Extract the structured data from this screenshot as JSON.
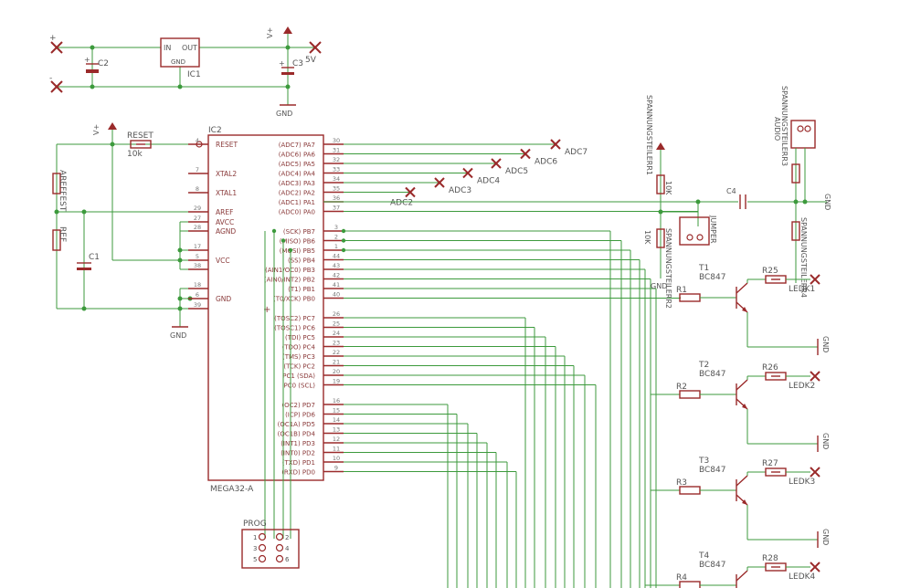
{
  "power": {
    "plus_label": "+",
    "minus_label": "-",
    "vplus": "V+",
    "five_v": "5V",
    "gnd": "GND"
  },
  "regulator": {
    "name": "IC1",
    "in": "IN",
    "out": "OUT",
    "gnd": "GND"
  },
  "caps": {
    "c1": "C1",
    "c2": "C2",
    "c3": "C3",
    "c4": "C4"
  },
  "reset": {
    "label": "RESET",
    "resistor_value": "10k"
  },
  "ref_labels": {
    "areffest": "AREFFEST",
    "ref": "REF"
  },
  "mcu": {
    "name": "IC2",
    "part": "MEGA32-A",
    "left_pins": [
      {
        "num": "4",
        "name": "RESET"
      },
      {
        "num": "7",
        "name": "XTAL2"
      },
      {
        "num": "8",
        "name": "XTAL1"
      },
      {
        "num": "29",
        "name": "AREF"
      },
      {
        "num": "27",
        "name": "AVCC"
      },
      {
        "num": "28",
        "name": "AGND"
      },
      {
        "num": "17",
        "name": ""
      },
      {
        "num": "5",
        "name": "VCC"
      },
      {
        "num": "38",
        "name": ""
      },
      {
        "num": "18",
        "name": ""
      },
      {
        "num": "6",
        "name": "GND"
      },
      {
        "num": "39",
        "name": ""
      }
    ],
    "right_pins": [
      {
        "num": "30",
        "name": "(ADC7) PA7"
      },
      {
        "num": "31",
        "name": "(ADC6) PA6"
      },
      {
        "num": "32",
        "name": "(ADC5) PA5"
      },
      {
        "num": "33",
        "name": "(ADC4) PA4"
      },
      {
        "num": "34",
        "name": "(ADC3) PA3"
      },
      {
        "num": "35",
        "name": "(ADC2) PA2"
      },
      {
        "num": "36",
        "name": "(ADC1) PA1"
      },
      {
        "num": "37",
        "name": "(ADC0) PA0"
      },
      {
        "num": "3",
        "name": "(SCK) PB7"
      },
      {
        "num": "2",
        "name": "(MISO) PB6"
      },
      {
        "num": "1",
        "name": "(MOSI) PB5"
      },
      {
        "num": "44",
        "name": "(SS) PB4"
      },
      {
        "num": "43",
        "name": "(AIN1/OC0) PB3"
      },
      {
        "num": "42",
        "name": "(AIN0/INT2) PB2"
      },
      {
        "num": "41",
        "name": "(T1) PB1"
      },
      {
        "num": "40",
        "name": "(T0/XCK) PB0"
      },
      {
        "num": "26",
        "name": "(TOSC2) PC7"
      },
      {
        "num": "25",
        "name": "(TOSC1) PC6"
      },
      {
        "num": "24",
        "name": "(TDI) PC5"
      },
      {
        "num": "23",
        "name": "(TDO) PC4"
      },
      {
        "num": "22",
        "name": "(TMS) PC3"
      },
      {
        "num": "21",
        "name": "(TCK) PC2"
      },
      {
        "num": "20",
        "name": "PC1 (SDA)"
      },
      {
        "num": "19",
        "name": "PC0 (SCL)"
      },
      {
        "num": "16",
        "name": "(OC2) PD7"
      },
      {
        "num": "15",
        "name": "(ICP) PD6"
      },
      {
        "num": "14",
        "name": "(OC1A) PD5"
      },
      {
        "num": "13",
        "name": "(OC1B) PD4"
      },
      {
        "num": "12",
        "name": "(INT1) PD3"
      },
      {
        "num": "11",
        "name": "(INT0) PD2"
      },
      {
        "num": "10",
        "name": "(TXD) PD1"
      },
      {
        "num": "9",
        "name": "(RXD) PD0"
      }
    ]
  },
  "adc_labels": [
    "ADC7",
    "ADC6",
    "ADC5",
    "ADC4",
    "ADC3",
    "ADC2"
  ],
  "prog": {
    "label": "PROG",
    "pins": [
      "1",
      "2",
      "3",
      "4",
      "5",
      "6"
    ]
  },
  "divider": {
    "sp1": "SPANNUNGSTEILERR1",
    "sp2": "SPANNUNGSTEILERR2",
    "r1_val": "10K",
    "r2_val": "10K",
    "jumper": "JUMPER"
  },
  "audio": {
    "label": "AUDIO",
    "sp3": "SPANNUNGSTEILERR3",
    "sp4": "SPANNUNGSTEILERR4"
  },
  "drivers": [
    {
      "t": "T1",
      "type": "BC847",
      "rb": "R1",
      "rc": "R25",
      "led": "LEDK1"
    },
    {
      "t": "T2",
      "type": "BC847",
      "rb": "R2",
      "rc": "R26",
      "led": "LEDK2"
    },
    {
      "t": "T3",
      "type": "BC847",
      "rb": "R3",
      "rc": "R27",
      "led": "LEDK3"
    },
    {
      "t": "T4",
      "type": "BC847",
      "rb": "R4",
      "rc": "R28",
      "led": "LEDK4"
    }
  ]
}
